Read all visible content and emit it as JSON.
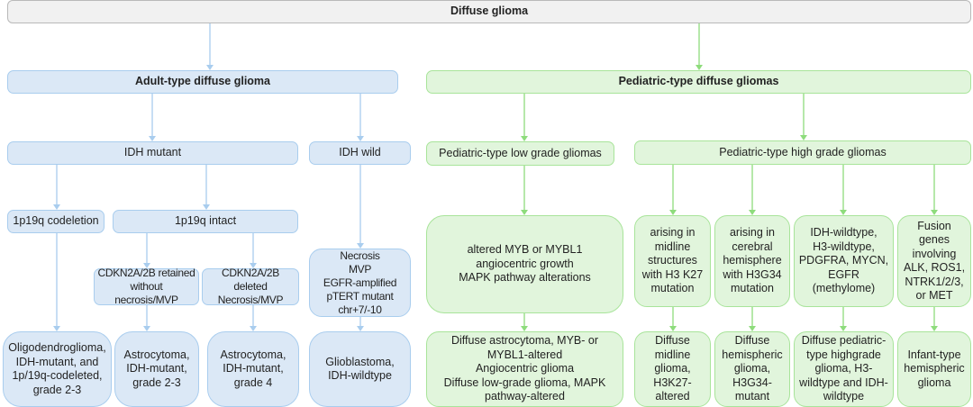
{
  "diagram": {
    "title": "Diffuse glioma",
    "colors": {
      "root_fill": "#f1f1f1",
      "root_border": "#b9b9b9",
      "adult_fill": "#dbe8f6",
      "adult_border": "#a9cdee",
      "adult_edge": "#a9cdee",
      "pediatric_fill": "#e1f5dc",
      "pediatric_border": "#a8e49a",
      "pediatric_edge": "#8edc7c"
    },
    "nodes": {
      "root": "Diffuse glioma",
      "adult": "Adult-type diffuse glioma",
      "pediatric": "Pediatric-type diffuse gliomas",
      "idh_mutant": "IDH mutant",
      "idh_wild": "IDH wild",
      "ped_low": "Pediatric-type low grade gliomas",
      "ped_high": "Pediatric-type high grade gliomas",
      "codeletion": "1p19q codeletion",
      "intact": "1p19q intact",
      "cdkn_retained": "CDKN2A/2B retained\nwithout necrosis/MVP",
      "cdkn_deleted": "CDKN2A/2B deleted\nNecrosis/MVP",
      "idh_wild_features": "Necrosis\nMVP\nEGFR-amplified\npTERT mutant\nchr+7/-10",
      "oligodendroglioma": "Oligodendroglioma,\nIDH-mutant, and\n1p/19q-codeleted,\ngrade 2-3",
      "astro_2_3": "Astrocytoma,\nIDH-mutant,\ngrade 2-3",
      "astro_4": "Astrocytoma,\nIDH-mutant,\ngrade 4",
      "glioblastoma": "Glioblastoma,\nIDH-wildtype",
      "low_features": "altered MYB or MYBL1\nangiocentric growth\nMAPK pathway alterations",
      "low_outcomes": "Diffuse astrocytoma, MYB- or\nMYBL1-altered\nAngiocentric glioma\nDiffuse low-grade glioma, MAPK\npathway-altered",
      "midline": "arising in\nmidline\nstructures\nwith H3 K27\nmutation",
      "hemisphere": "arising in\ncerebral\nhemisphere\nwith H3G34\nmutation",
      "wildtype": "IDH-wildtype,\nH3-wildtype,\nPDGFRA, MYCN,\nEGFR\n(methylome)",
      "fusion": "Fusion\ngenes\ninvolving\nALK, ROS1,\nNTRK1/2/3,\nor MET",
      "dmg": "Diffuse\nmidline\nglioma,\nH3K27-\naltered",
      "dhg": "Diffuse\nhemispheric\nglioma,\nH3G34-\nmutant",
      "dphg": "Diffuse pediatric-\ntype highgrade\nglioma, H3-\nwildtype and IDH-\nwildtype",
      "infant": "Infant-type\nhemispheric\nglioma"
    }
  }
}
